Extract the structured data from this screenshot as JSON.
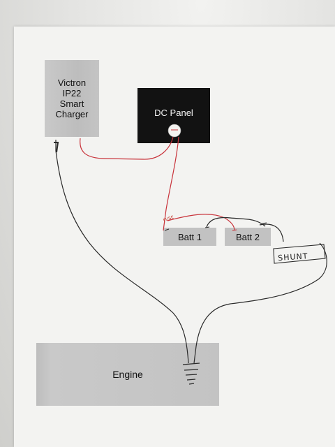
{
  "components": {
    "charger": "Victron\nIP22\nSmart\nCharger",
    "dc_panel": "DC Panel",
    "batt1": "Batt 1",
    "batt2": "Batt 2",
    "shunt": "SHUNT",
    "engine": "Engine",
    "fuse": "FUSE"
  },
  "colors": {
    "positive_wire": "#c8323a",
    "negative_wire": "#2a2a2a",
    "component_fill": "#c2c2c2",
    "panel_fill": "#121212"
  }
}
